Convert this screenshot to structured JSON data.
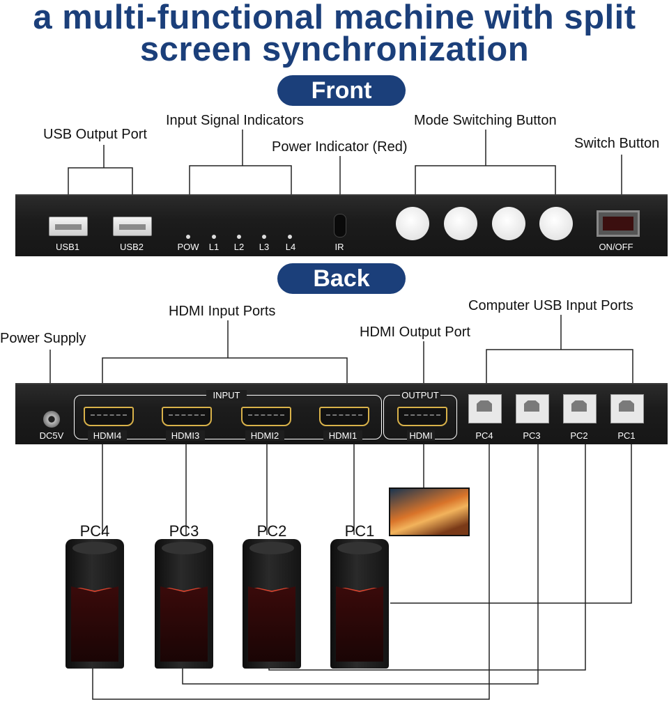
{
  "header": {
    "line1": "a multi-functional machine with split",
    "line2": "screen synchronization"
  },
  "front": {
    "pill": "Front",
    "labels": {
      "usb_output": "USB Output Port",
      "input_signal": "Input Signal Indicators",
      "power_indicator": "Power Indicator (Red)",
      "mode_switching": "Mode Switching Button",
      "switch_button": "Switch Button"
    },
    "panel": {
      "usb1": "USB1",
      "usb2": "USB2",
      "leds": [
        "POW",
        "L1",
        "L2",
        "L3",
        "L4"
      ],
      "ir": "IR",
      "onoff": "ON/OFF"
    }
  },
  "back": {
    "pill": "Back",
    "labels": {
      "hdmi_input": "HDMI Input Ports",
      "power_supply": "Power Supply",
      "hdmi_output": "HDMI Output Port",
      "computer_usb": "Computer USB Input Ports"
    },
    "panel": {
      "dc": "DC5V",
      "input_group": "INPUT",
      "output_group": "OUTPUT",
      "hdmi_inputs": [
        "HDMI4",
        "HDMI3",
        "HDMI2",
        "HDMI1"
      ],
      "hdmi_output": "HDMI",
      "usb_ports": [
        "PC4",
        "PC3",
        "PC2",
        "PC1"
      ]
    }
  },
  "computers": [
    "PC4",
    "PC3",
    "PC2",
    "PC1"
  ]
}
